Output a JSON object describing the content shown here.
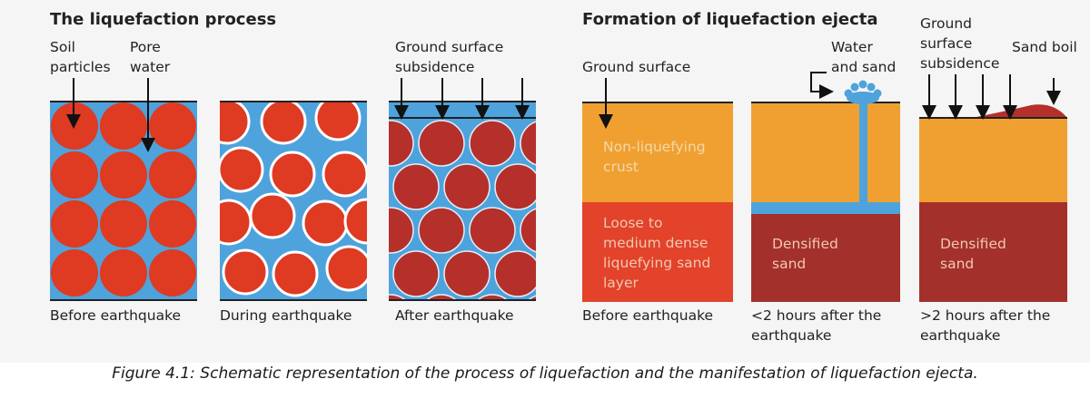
{
  "left": {
    "title": "The liquefaction process",
    "label_soil_1": "Soil",
    "label_soil_2": "particles",
    "label_pore_1": "Pore",
    "label_pore_2": "water",
    "label_subsidence_1": "Ground surface",
    "label_subsidence_2": "subsidence",
    "panels": [
      "Before earthquake",
      "During earthquake",
      "After earthquake"
    ]
  },
  "right": {
    "title": "Formation of liquefaction ejecta",
    "label_ground_surface": "Ground surface",
    "label_water_sand_1": "Water",
    "label_water_sand_2": "and sand",
    "label_gs_sub_1": "Ground",
    "label_gs_sub_2": "surface",
    "label_gs_sub_3": "subsidence",
    "label_sand_boil": "Sand boil",
    "crust_1": "Non-liquefying",
    "crust_2": "crust",
    "sand_1": "Loose to",
    "sand_2": "medium dense",
    "sand_3": "liquefying sand",
    "sand_4": "layer",
    "dense_p2_1": "Densified",
    "dense_p2_2": "sand",
    "dense_p3_1": "Densified",
    "dense_p3_2": "sand",
    "panel1": "Before earthquake",
    "panel2_1": "<2 hours after the",
    "panel2_2": "earthquake",
    "panel3_1": ">2 hours after the",
    "panel3_2": "earthquake"
  },
  "caption": "Figure 4.1: Schematic representation of the process of liquefaction and the manifestation of liquefaction ejecta.",
  "colors": {
    "water": "#4ea3dc",
    "particle": "#df3a22",
    "particle_dense": "#b5302a",
    "crust": "#f0a031",
    "sand_loose": "#e2432a",
    "sand_dense": "#a3302a"
  }
}
